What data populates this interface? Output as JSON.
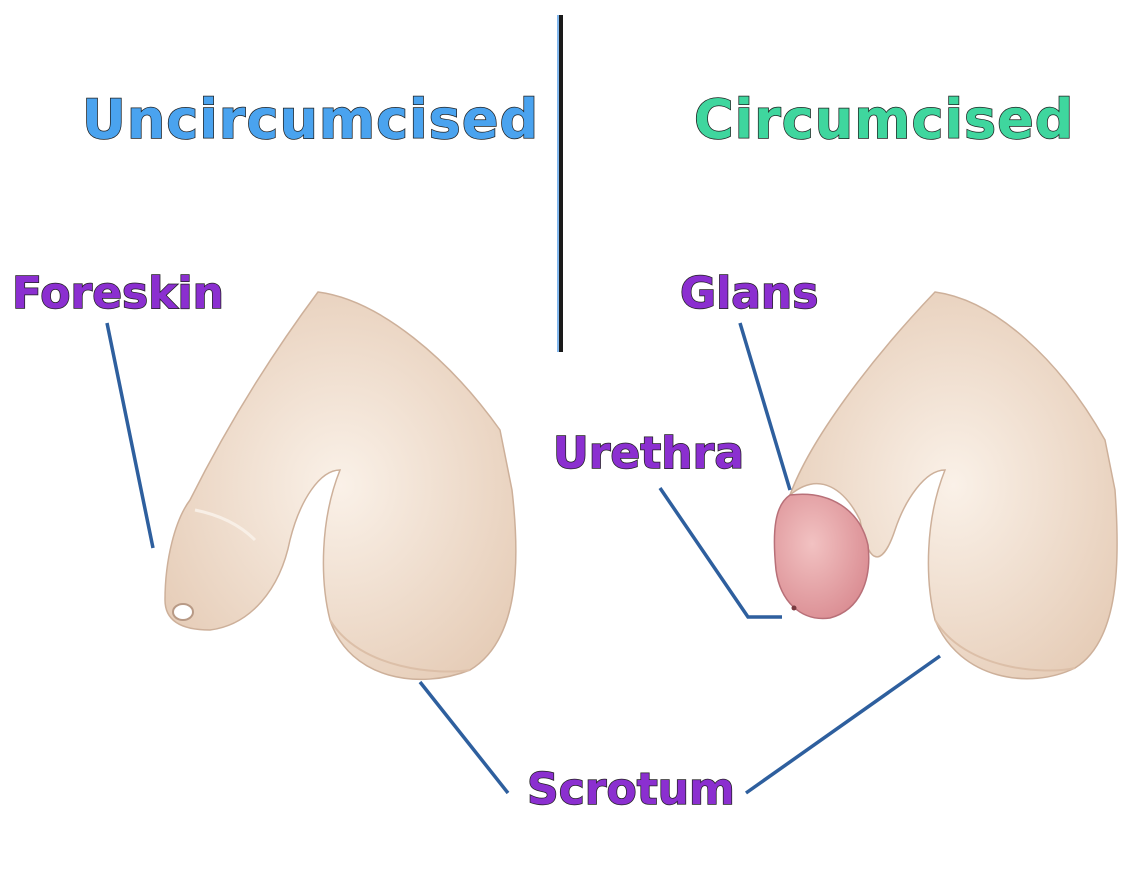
{
  "titles": {
    "left": "Uncircumcised",
    "right": "Circumcised"
  },
  "labels": {
    "foreskin": "Foreskin",
    "glans": "Glans",
    "urethra": "Urethra",
    "scrotum": "Scrotum"
  },
  "colors": {
    "left_title": "#4aa3ef",
    "right_title": "#3fd69e",
    "label": "#8b2fd0",
    "leader_line": "#2e5f9e",
    "skin": "#efdccb",
    "glans": "#e6a0a4"
  }
}
